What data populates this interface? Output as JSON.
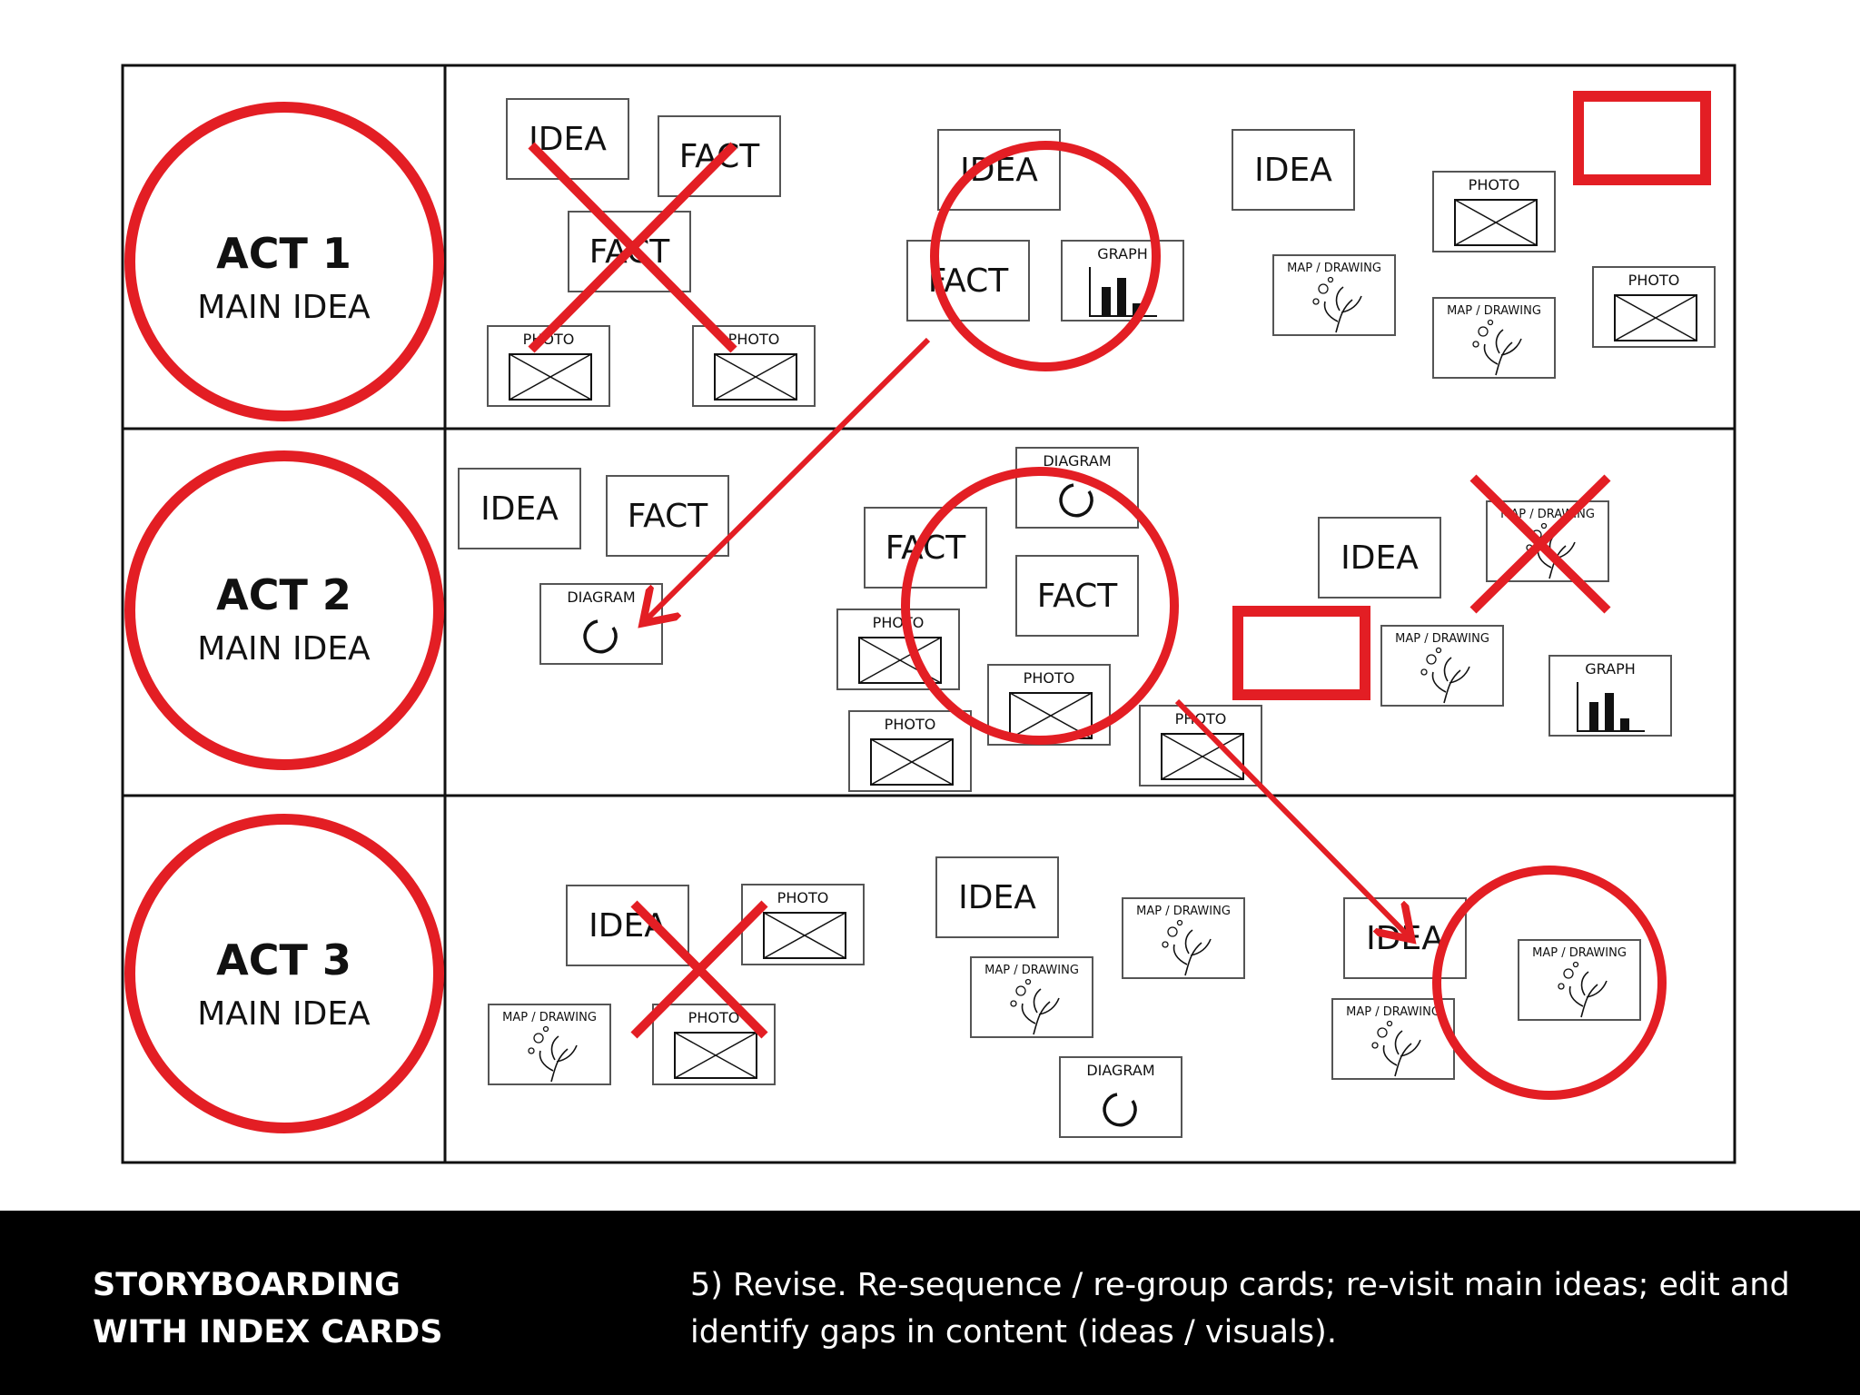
{
  "acts": [
    {
      "title": "ACT 1",
      "subtitle": "MAIN IDEA"
    },
    {
      "title": "ACT 2",
      "subtitle": "MAIN IDEA"
    },
    {
      "title": "ACT 3",
      "subtitle": "MAIN IDEA"
    }
  ],
  "labels": {
    "idea": "IDEA",
    "fact": "FACT",
    "photo": "PHOTO",
    "graph": "GRAPH",
    "diagram": "DIAGRAM",
    "map": "MAP / DRAWING"
  },
  "footer": {
    "title_line1": "STORYBOARDING",
    "title_line2": "WITH INDEX CARDS",
    "description_line1": "5) Revise. Re-sequence / re-group cards; re-visit main ideas; edit and",
    "description_line2": "identify gaps in content (ideas / visuals)."
  },
  "colors": {
    "accent_red": "#e31e24",
    "line": "#111111",
    "footer_bg": "#000000"
  },
  "icons": [
    "x-box-photo-icon",
    "bar-chart-icon",
    "circle-arrow-icon",
    "branch-drawing-icon"
  ]
}
